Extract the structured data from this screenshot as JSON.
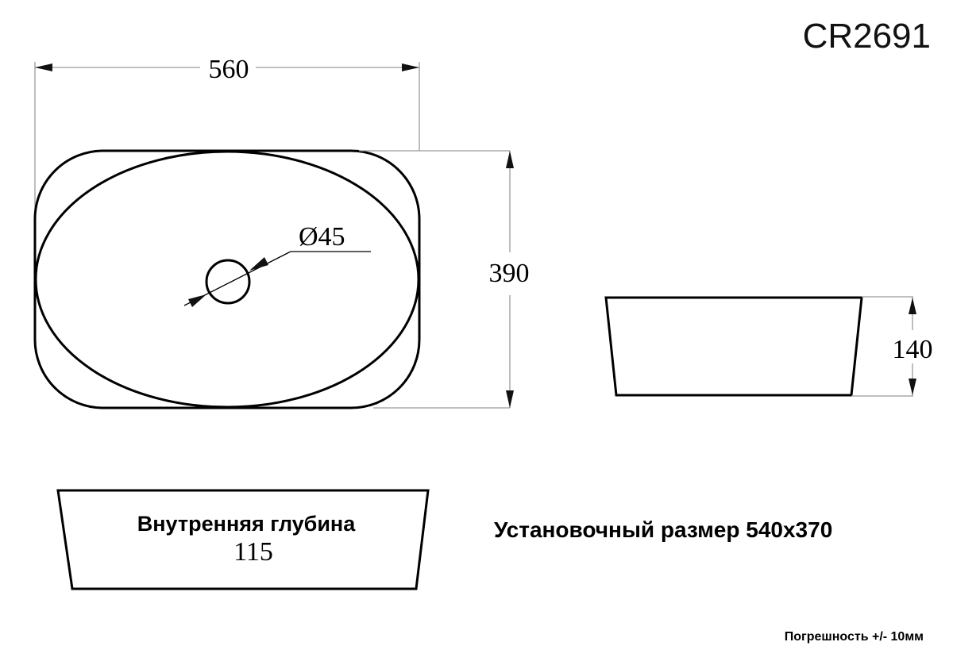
{
  "title": {
    "model_code": "CR2691"
  },
  "top_view": {
    "width_dim": "560",
    "depth_dim": "390",
    "drain_dim": "Ø45"
  },
  "side_view": {
    "height_dim": "140"
  },
  "section_view": {
    "label": "Внутренняя глубина",
    "value": "115"
  },
  "notes": {
    "mounting_size": "Установочный размер 540x370",
    "tolerance": "Погрешность +/- 10мм"
  },
  "colors": {
    "outline": "#000000",
    "dimension_line": "#9a9a9a"
  }
}
